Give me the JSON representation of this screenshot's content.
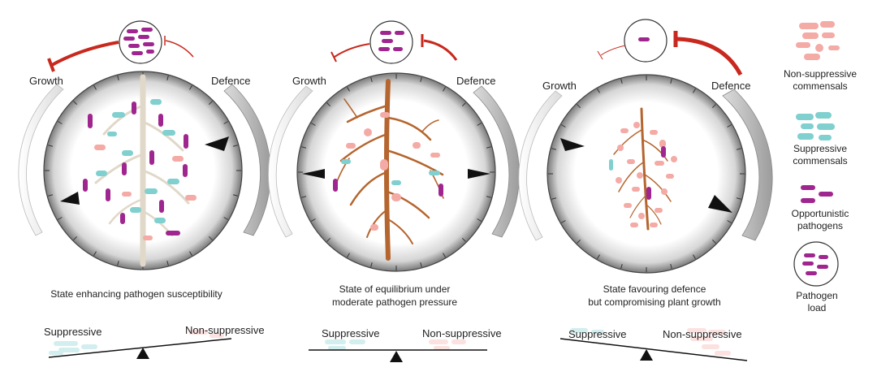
{
  "panels": [
    {
      "growth_label": "Growth",
      "defence_label": "Defence",
      "caption_line1": "State enhancing pathogen susceptibility",
      "caption_line2": "",
      "seesaw_left": "Suppressive",
      "seesaw_right": "Non-suppressive"
    },
    {
      "growth_label": "Growth",
      "defence_label": "Defence",
      "caption_line1": "State of equilibrium under",
      "caption_line2": "moderate pathogen pressure",
      "seesaw_left": "Suppressive",
      "seesaw_right": "Non-suppressive"
    },
    {
      "growth_label": "Growth",
      "defence_label": "Defence",
      "caption_line1": "State favouring defence",
      "caption_line2": "but compromising plant growth",
      "seesaw_left": "Suppressive",
      "seesaw_right": "Non-suppressive"
    }
  ],
  "legend": {
    "non_suppressive": [
      "Non-suppressive",
      "commensals"
    ],
    "suppressive": [
      "Suppressive",
      "commensals"
    ],
    "opportunistic": [
      "Opportunistic",
      "pathogens"
    ],
    "pathogen_load": [
      "Pathogen",
      "load"
    ]
  },
  "colors": {
    "non_suppressive": "#f4aaa5",
    "suppressive": "#7fd0cf",
    "pathogen": "#a0268f",
    "arrow_red": "#c8281e",
    "root_brown": "#b5652e",
    "root_pale": "#e6dfd0"
  }
}
